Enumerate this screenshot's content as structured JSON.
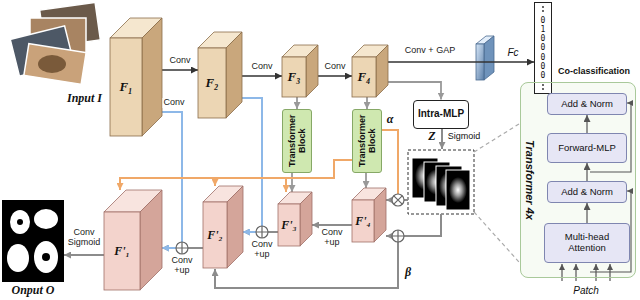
{
  "diagram": {
    "nodes": [
      {
        "text": [
          "Input I"
        ]
      },
      {
        "text": [
          "F₁"
        ]
      },
      {
        "text": [
          "F₂"
        ]
      },
      {
        "text": [
          "F₃"
        ]
      },
      {
        "text": [
          "F₄"
        ]
      },
      {
        "text": [
          "0100000"
        ]
      },
      {
        "text": [
          "Transformer Block"
        ]
      },
      {
        "text": [
          "Transformer Block"
        ]
      },
      {
        "text": [
          "Intra-MLP"
        ]
      },
      {
        "text": [
          "F'₁"
        ]
      },
      {
        "text": [
          "F'₂"
        ]
      },
      {
        "text": [
          "F'₃"
        ]
      },
      {
        "text": [
          "F'₄"
        ]
      },
      {
        "text": [
          "Onput O"
        ]
      },
      {
        "text": [
          "Transformer 4x"
        ]
      },
      {
        "text": [
          "Add & Norm"
        ],
        "in": 14
      },
      {
        "text": [
          "Forward-MLP"
        ],
        "in": 14
      },
      {
        "text": [
          "Add & Norm"
        ],
        "in": 14
      },
      {
        "text": [
          "Multi-head Attention"
        ],
        "in": 14
      }
    ],
    "edges": [
      {
        "from": 1,
        "to": 2,
        "label": "Conv",
        "arrow": "to"
      },
      {
        "from": 2,
        "to": 3,
        "label": "Conv",
        "arrow": "to"
      },
      {
        "from": 3,
        "to": 4,
        "label": "Conv",
        "arrow": "to"
      },
      {
        "from": 4,
        "to": 5,
        "label": "Conv + GAP",
        "arrow": "to"
      },
      {
        "from": 3,
        "to": 6,
        "arrow": "to"
      },
      {
        "from": 4,
        "to": 7,
        "arrow": "to"
      },
      {
        "from": 4,
        "to": 8,
        "arrow": "to"
      },
      {
        "from": 12,
        "to": 11,
        "label": "Conv +up",
        "arrow": "to"
      },
      {
        "from": 11,
        "to": 10,
        "label": "Conv +up",
        "arrow": "to"
      },
      {
        "from": 10,
        "to": 9,
        "label": "Conv +up",
        "arrow": "to"
      },
      {
        "from": 9,
        "to": 13,
        "label": "Conv Sigmoid",
        "arrow": "to"
      },
      {
        "from": 1,
        "to": 9,
        "label": "Conv",
        "arrow": "to"
      },
      {
        "from": 2,
        "to": 10,
        "arrow": "to"
      },
      {
        "from": 6,
        "to": 11,
        "arrow": "to"
      },
      {
        "from": 7,
        "to": 12,
        "arrow": "to"
      },
      {
        "from": 7,
        "to": 11,
        "arrow": "to"
      },
      {
        "from": 7,
        "to": 10,
        "arrow": "to"
      },
      {
        "from": 7,
        "to": 9,
        "arrow": "to"
      },
      {
        "from": 18,
        "to": 17,
        "arrow": "to"
      },
      {
        "from": 17,
        "to": 16,
        "arrow": "to"
      },
      {
        "from": 16,
        "to": 15,
        "arrow": "to"
      }
    ],
    "labels": [
      "Fc",
      "Co-classification",
      "Z",
      "Sigmoid",
      "α",
      "β",
      "Patch"
    ]
  }
}
